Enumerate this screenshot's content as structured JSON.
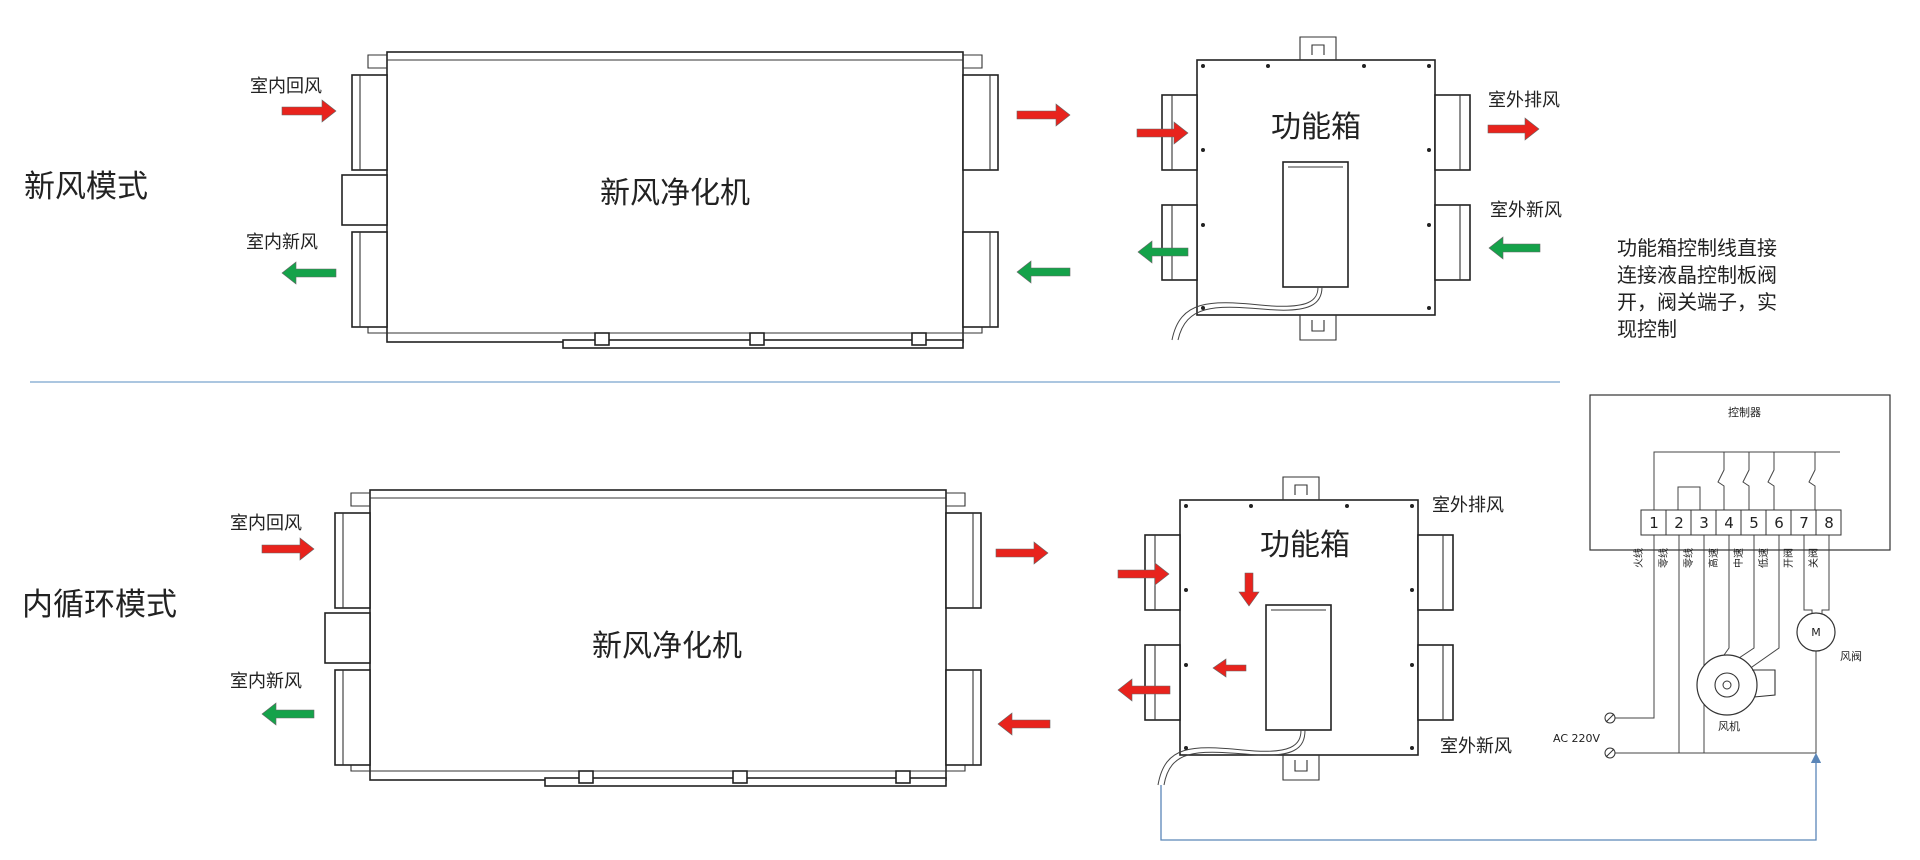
{
  "modes": {
    "fresh": "新风模式",
    "recirc": "内循环模式"
  },
  "unit_label": "新风净化机",
  "box_label": "功能箱",
  "ports": {
    "indoor_return": "室内回风",
    "indoor_fresh": "室内新风",
    "outdoor_exhaust": "室外排风",
    "outdoor_fresh": "室外新风"
  },
  "note_lines": [
    "功能箱控制线直接",
    "连接液晶控制板阀",
    "开，阀关端子，实",
    "现控制"
  ],
  "controller": {
    "title": "控制器",
    "terminals": [
      "1",
      "2",
      "3",
      "4",
      "5",
      "6",
      "7",
      "8"
    ],
    "wire_labels": [
      "火线",
      "零线",
      "零线",
      "高速",
      "中速",
      "低速",
      "开阀",
      "关阀"
    ],
    "motor_symbol": "M",
    "valve_label": "风阀",
    "fan_label": "风机",
    "power_label": "AC 220V"
  },
  "colors": {
    "red_arrow": "#e8231d",
    "green_arrow": "#15a24a",
    "divider": "#8fb3d6",
    "connector": "#5b86b8"
  }
}
